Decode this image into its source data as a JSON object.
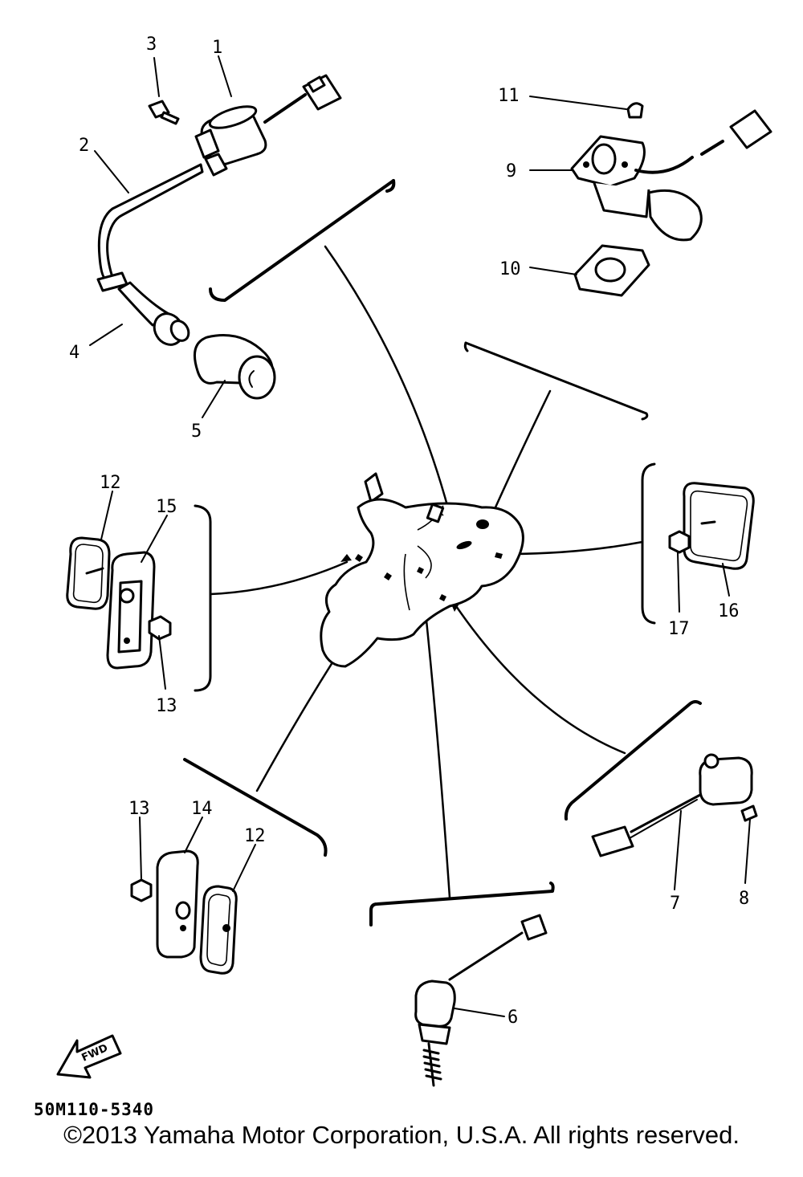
{
  "diagram": {
    "code": "50M110-5340",
    "fwd_label": "FWD",
    "copyright": "©2013 Yamaha Motor Corporation, U.S.A. All rights reserved.",
    "callouts": {
      "p1": "1",
      "p2": "2",
      "p3": "3",
      "p4": "4",
      "p5": "5",
      "p6": "6",
      "p7": "7",
      "p8": "8",
      "p9": "9",
      "p10": "10",
      "p11": "11",
      "p12a": "12",
      "p12b": "12",
      "p13a": "13",
      "p13b": "13",
      "p14": "14",
      "p15": "15",
      "p16": "16",
      "p17": "17"
    }
  }
}
